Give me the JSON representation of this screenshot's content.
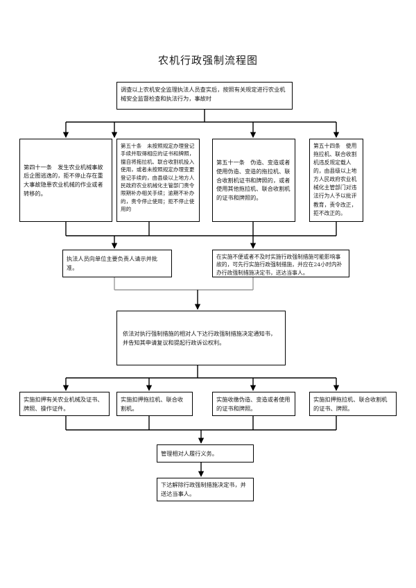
{
  "title": "农机行政强制流程图",
  "boxes": {
    "top": "调查以上农机安全监理执法人员查实后，按照有关规定进行农业机械安全监督检查和执法行为，事故时",
    "art41": "第四十一条　发生农业机械事故后企图逃逸的，拒不停止存在重大事故隐患农业机械的作业或者转移的。",
    "art5x": "第五十条　未按照规定办理登记手续并取得相应的证书和牌照，擅自将拖拉机、联合收割机投入使用，或者未按照规定办理变更登记手续的，由县级以上地方人民政府农业机械化主管部门责令限期补办相关手续；逾期不补办的，责令停止使用；拒不停止使用的",
    "art51": "第五十一条　伪造、变造或者使用伪造、变造的拖拉机、联合收割机证书和牌照的，或者使用其他拖拉机、联合收割机的证书和牌照的。",
    "art54": "第五十四条　使用拖拉机、联合收割机违反规定载人的，由县级以上地方人民政府农业机械化主管部门对违法行为人予以批评教育，责令改正，拒不改正的。",
    "mid_left": "执法人员向单位主要负责人请示并批准。",
    "mid_right": "在实施不便或者不及时实施行政强制措施可能影响事故的，可先行实施行政强制措施，并应在24小时内补办行政强制措施决定书，送达当事人。",
    "notice": "依法对执行强制措施的相对人下达行政强制措施决定通知书，并告知其申请复议和提起行政诉讼权利。",
    "act1": "实施扣押有关农业机械及证书、牌照、操作证件。",
    "act2": "实施扣押拖拉机、联合收割机。",
    "act3": "实施收缴伪造、变造或者使用的证书和牌照。",
    "act4": "实施扣押拖拉机、联合收割机的证书、牌照。",
    "fulfill": "管理相对人履行义务。",
    "lift": "下达解除行政强制措施决定书，并送达当事人。"
  }
}
